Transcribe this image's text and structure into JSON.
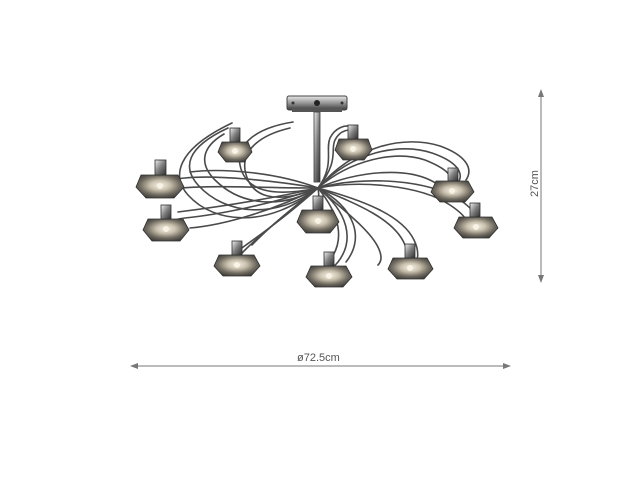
{
  "product_image": {
    "subject": "chandelier",
    "dimension_color": "#777777",
    "chrome_color": "#8a8a8a",
    "crystal_color": "#c9c9c9"
  },
  "dimensions": {
    "width_label": "ø72.5cm",
    "height_label": "27cm"
  }
}
